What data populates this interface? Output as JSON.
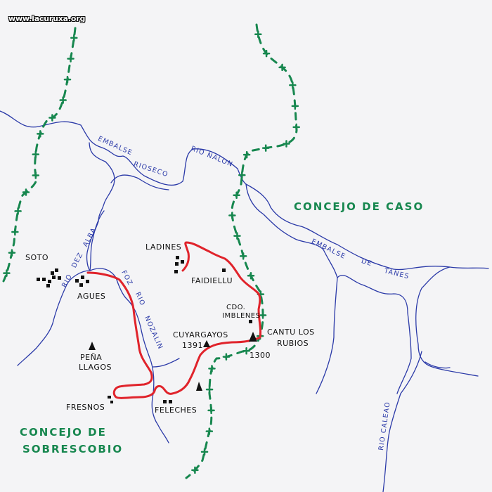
{
  "watermark": "www.lacuruxa.org",
  "regions": {
    "caso": "CONCEJO DE CASO",
    "sobrescobio_line1": "CONCEJO DE",
    "sobrescobio_line2": "SOBRESCOBIO"
  },
  "water": {
    "rioseco_1": "EMBALSE",
    "rioseco_2": "RIOSECO",
    "nalon": "RIO NALON",
    "tanes_1": "EMBALSE",
    "tanes_2": "DE",
    "tanes_3": "TANES",
    "alba_1": "RIO",
    "alba_2": "DEZ",
    "alba_3": "ALBA",
    "nozalin_1": "FOZ",
    "nozalin_2": "RIO",
    "nozalin_3": "NOZALIN",
    "caleao": "RIO CALEAO"
  },
  "places": {
    "soto": "SOTO",
    "agues": "AGUES",
    "ladines": "LADINES",
    "faidiellu": "FAIDIELLU",
    "cdo_1": "CDO.",
    "cdo_2": "IMBLENES",
    "cuyargayos": "CUYARGAYOS",
    "cuyargayos_alt": "1391",
    "cantu_1": "CANTU LOS",
    "cantu_2": "RUBIOS",
    "cantu_alt": "1300",
    "pena_1": "PEÑA",
    "pena_2": "LLAGOS",
    "fresnos": "FRESNOS",
    "feleches": "FELECHES"
  },
  "colors": {
    "route": "#e0232b",
    "boundary": "#17874f",
    "river": "#2b3aa8",
    "text": "#111111"
  },
  "legend_semantics": {
    "route": "red line — hiking route",
    "boundary": "green dashed line with crosses — municipal boundary",
    "river": "blue lines — rivers and reservoirs",
    "peak": "black triangle — summit",
    "village": "black squares — village"
  }
}
